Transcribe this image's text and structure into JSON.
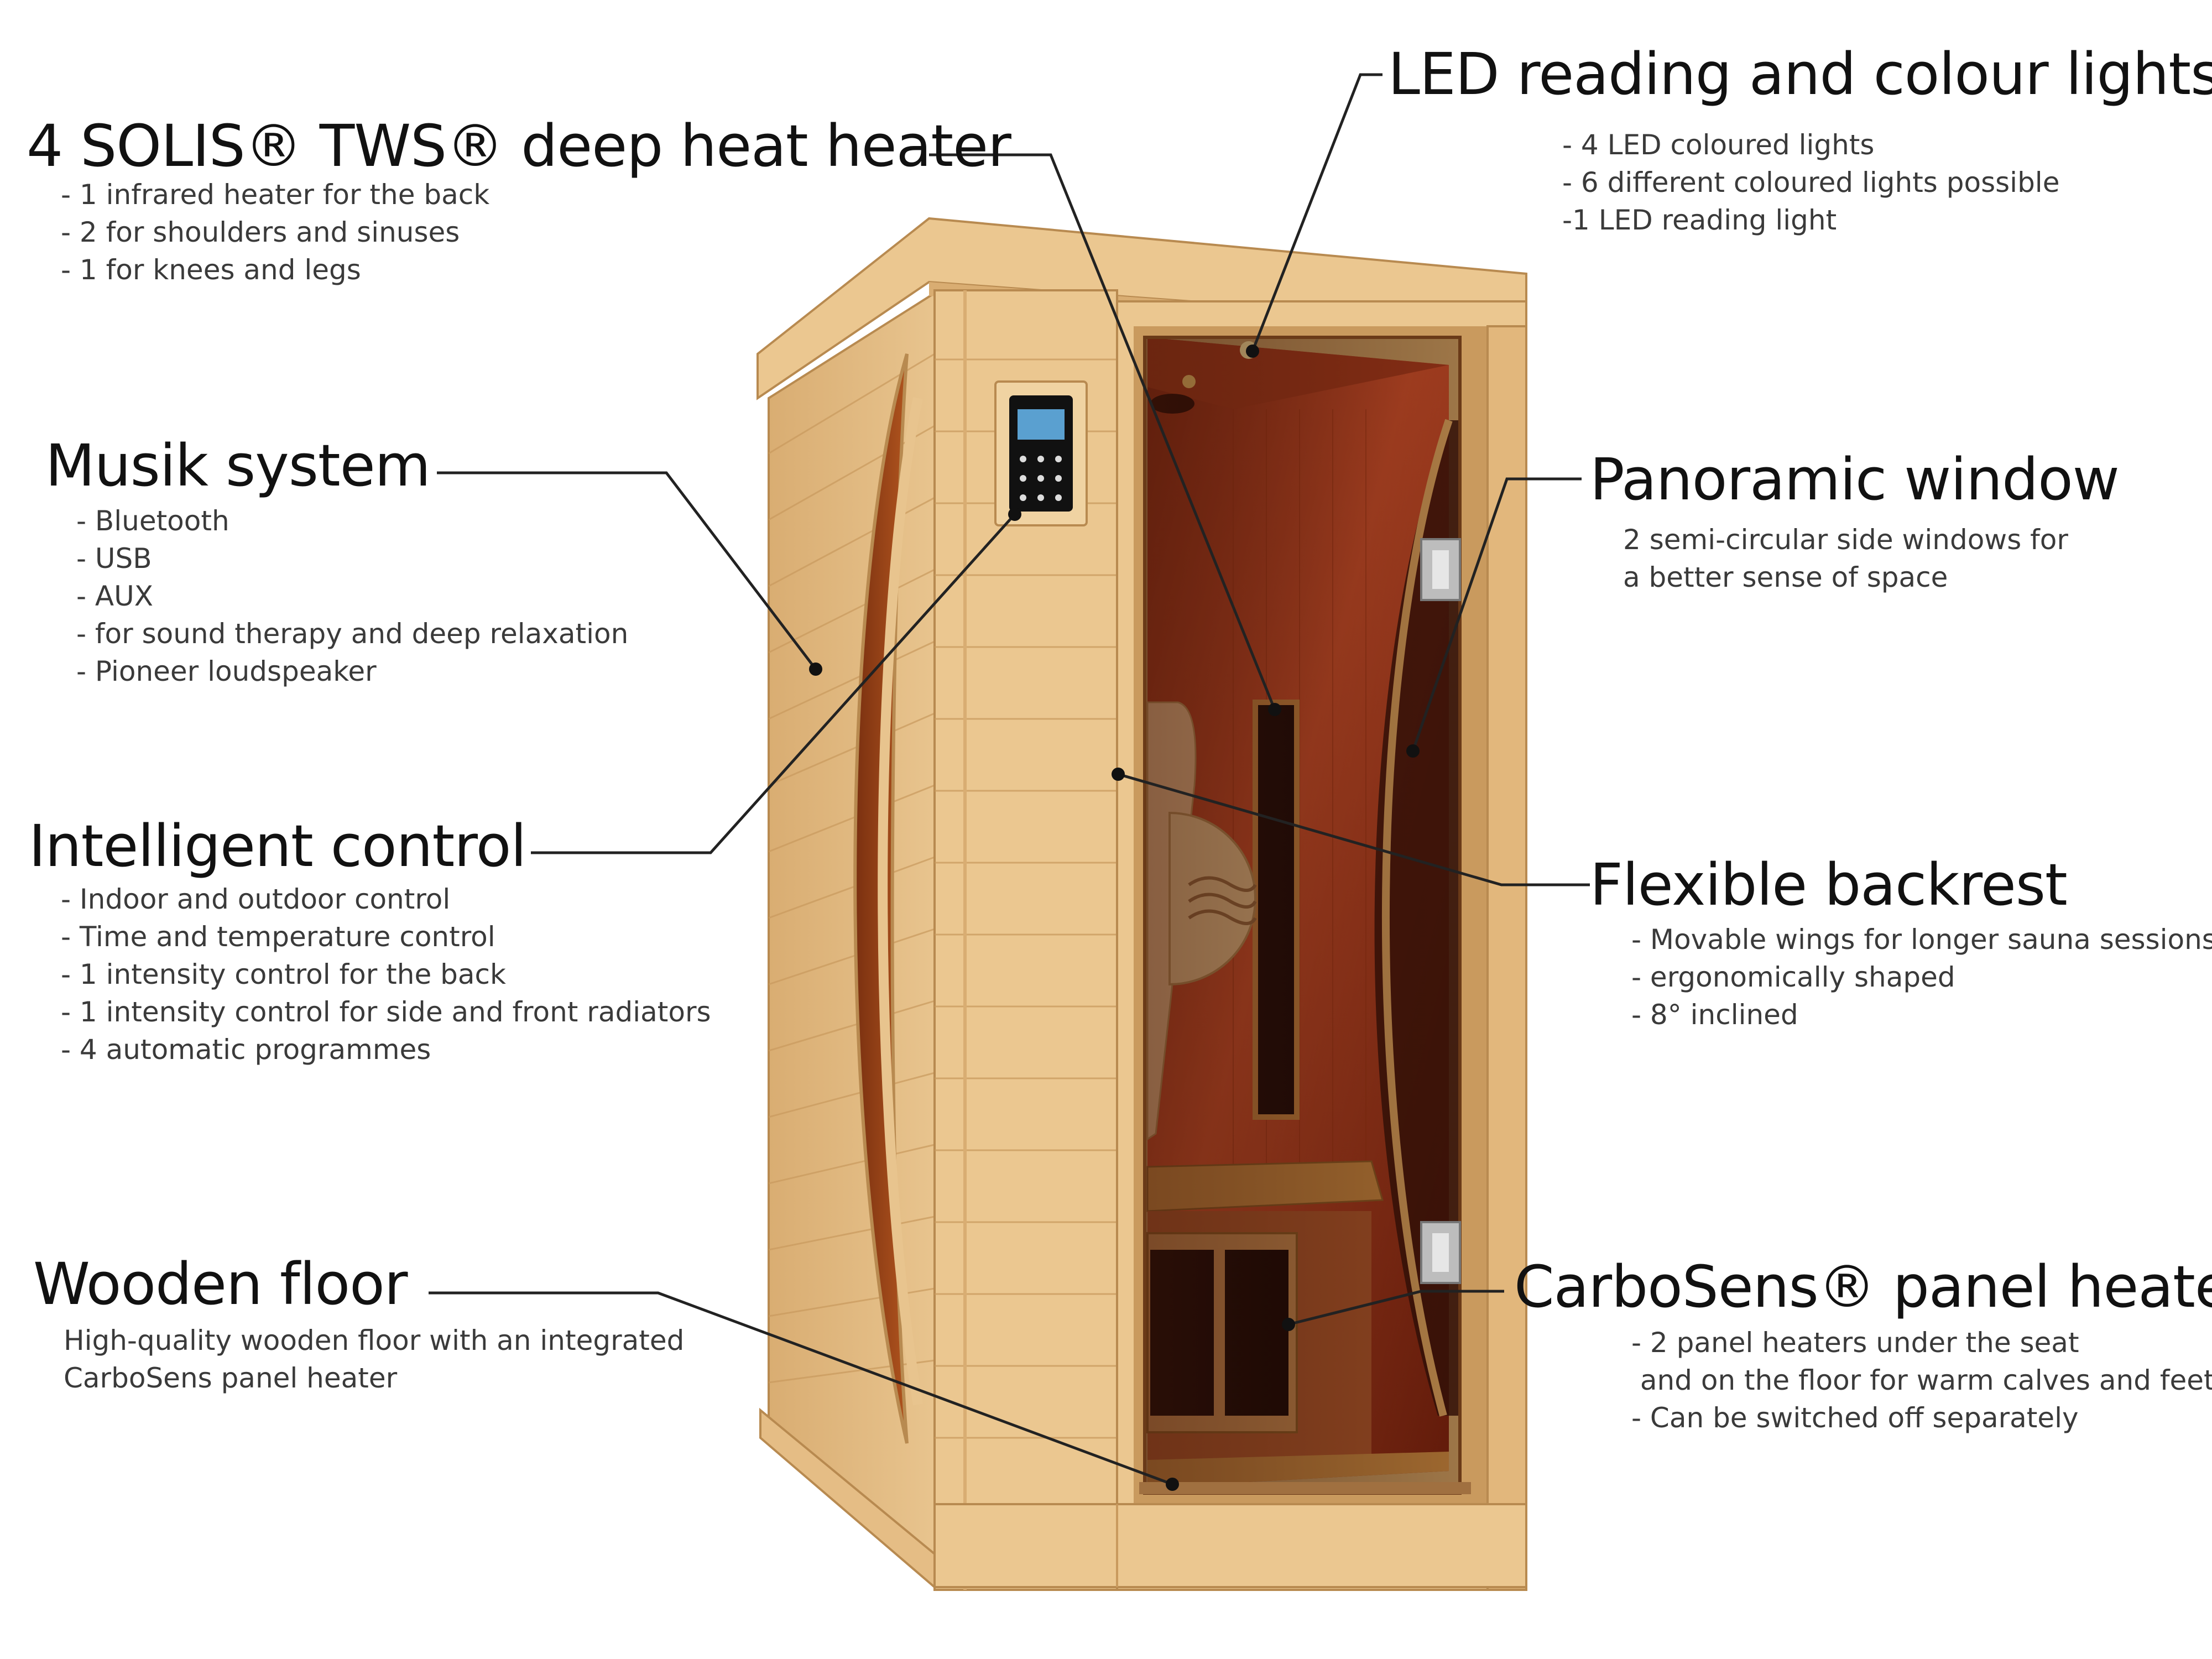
{
  "callouts": {
    "heater": {
      "title": "4 SOLIS® TWS® deep heat heater",
      "items": [
        "- 1 infrared heater for the back",
        "- 2 for shoulders and sinuses",
        "- 1 for knees and legs"
      ]
    },
    "music": {
      "title": "Musik system",
      "items": [
        "- Bluetooth",
        "- USB",
        "- AUX",
        "- for sound therapy and deep relaxation",
        "- Pioneer loudspeaker"
      ]
    },
    "control": {
      "title": "Intelligent control",
      "items": [
        "- Indoor and outdoor control",
        "- Time and temperature control",
        "- 1 intensity control for the back",
        "- 1 intensity control for side and front radiators",
        "- 4 automatic programmes"
      ]
    },
    "floor": {
      "title": "Wooden floor",
      "items": [
        "High-quality wooden floor with an integrated",
        "CarboSens panel heater"
      ]
    },
    "led": {
      "title": "LED reading and colour lights",
      "items": [
        "- 4 LED coloured lights",
        "- 6 different coloured lights possible",
        "-1 LED reading light"
      ]
    },
    "window": {
      "title": "Panoramic window",
      "items": [
        "2 semi-circular side windows for",
        "a better sense of space"
      ]
    },
    "backrest": {
      "title": "Flexible backrest",
      "items": [
        "- Movable wings for longer sauna sessions",
        "- ergonomically shaped",
        "- 8° inclined"
      ]
    },
    "carbosens": {
      "title": "CarboSens® panel heater",
      "items": [
        "- 2 panel heaters under the seat",
        " and on the floor for warm calves and feet",
        "- Can be switched off separately"
      ]
    }
  },
  "colors": {
    "wood": "#E8C48E",
    "wood_light": "#F2D5A6",
    "wood_dark": "#C99A5E",
    "interior_red": "#C8401E",
    "interior_dark": "#5A1608",
    "leader_line": "#222222"
  }
}
